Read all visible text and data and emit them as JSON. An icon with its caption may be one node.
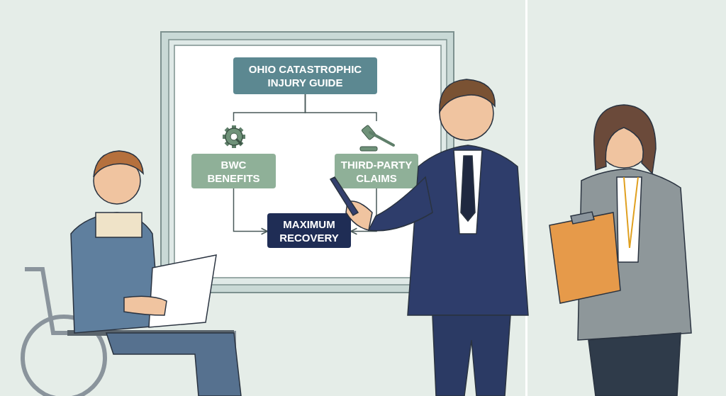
{
  "diagram": {
    "nodes": [
      {
        "text": [
          "OHIO CATASTROPHIC INJURY GUIDE"
        ]
      },
      {
        "text": [
          "BWC BENEFITS"
        ]
      },
      {
        "text": [
          "THIRD-PARTY CLAIMS"
        ]
      },
      {
        "text": [
          "MAXIMUM RECOVERY"
        ]
      }
    ],
    "edges": [
      {
        "from": 0,
        "to": 1,
        "arrow": "none"
      },
      {
        "from": 0,
        "to": 2,
        "arrow": "none"
      },
      {
        "from": 1,
        "to": 3,
        "arrow": "to"
      },
      {
        "from": 2,
        "to": 3,
        "arrow": "to"
      }
    ]
  }
}
